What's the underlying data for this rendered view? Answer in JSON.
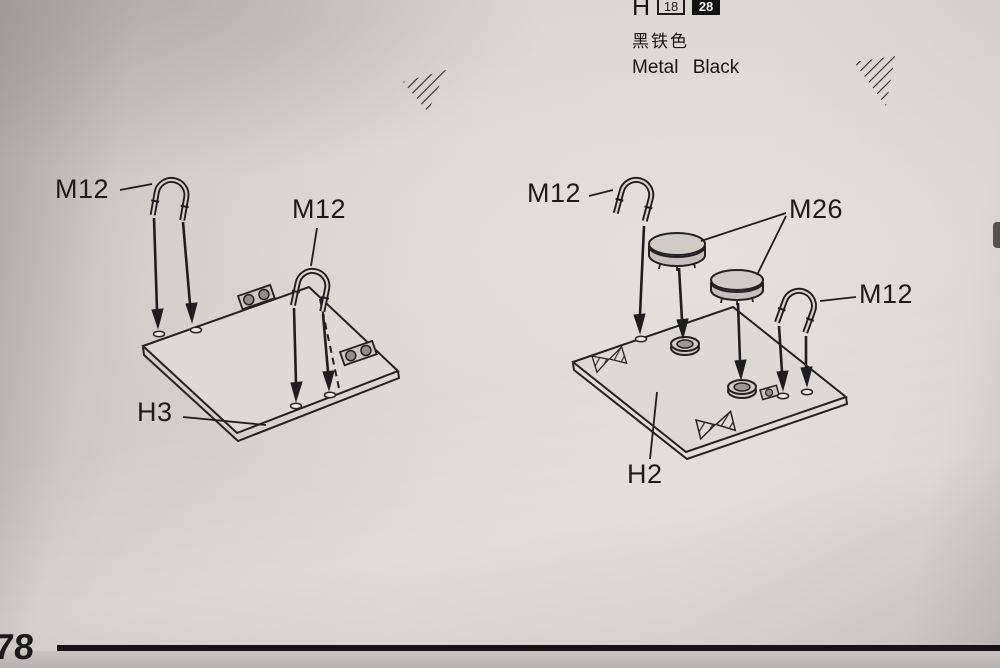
{
  "paint_callout": {
    "series": "H",
    "chip_outlined": "18",
    "chip_filled": "28",
    "name_cn": "黑铁色",
    "name_en": "Metal Black"
  },
  "labels": {
    "left_m12_a": "M12",
    "left_m12_b": "M12",
    "left_part": "H3",
    "right_m12_a": "M12",
    "right_m26": "M26",
    "right_m12_b": "M12",
    "right_part": "H2"
  },
  "page_number": "78",
  "colors": {
    "ink": "#1b1b1b",
    "paper": "#d6d4d1"
  }
}
